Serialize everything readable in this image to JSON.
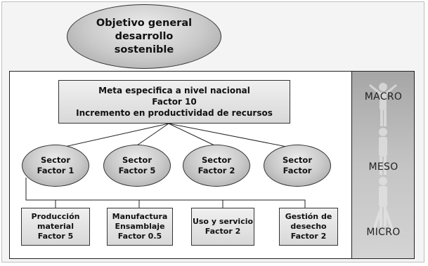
{
  "objective": {
    "lines": [
      "Objetivo general",
      "desarrollo",
      "sostenible"
    ]
  },
  "meta": {
    "lines": [
      "Meta especifica a nivel nacional",
      "Factor 10",
      "Incremento en productividad de recursos"
    ]
  },
  "sectors": [
    {
      "lines": [
        "Sector",
        "Factor 1"
      ]
    },
    {
      "lines": [
        "Sector",
        "Factor 5"
      ]
    },
    {
      "lines": [
        "Sector",
        "Factor 2"
      ]
    },
    {
      "lines": [
        "Sector",
        "Factor"
      ]
    }
  ],
  "stages": [
    {
      "lines": [
        "Producción",
        "material",
        "Factor  5"
      ]
    },
    {
      "lines": [
        "Manufactura",
        "Ensamblaje",
        "Factor  0.5"
      ]
    },
    {
      "lines": [
        "Uso y servicio",
        "Factor  2"
      ]
    },
    {
      "lines": [
        "Gestión de",
        "desecho",
        "Factor 2"
      ]
    }
  ],
  "scale": {
    "macro": "MACRO",
    "meso": "MESO",
    "micro": "MICRO"
  }
}
